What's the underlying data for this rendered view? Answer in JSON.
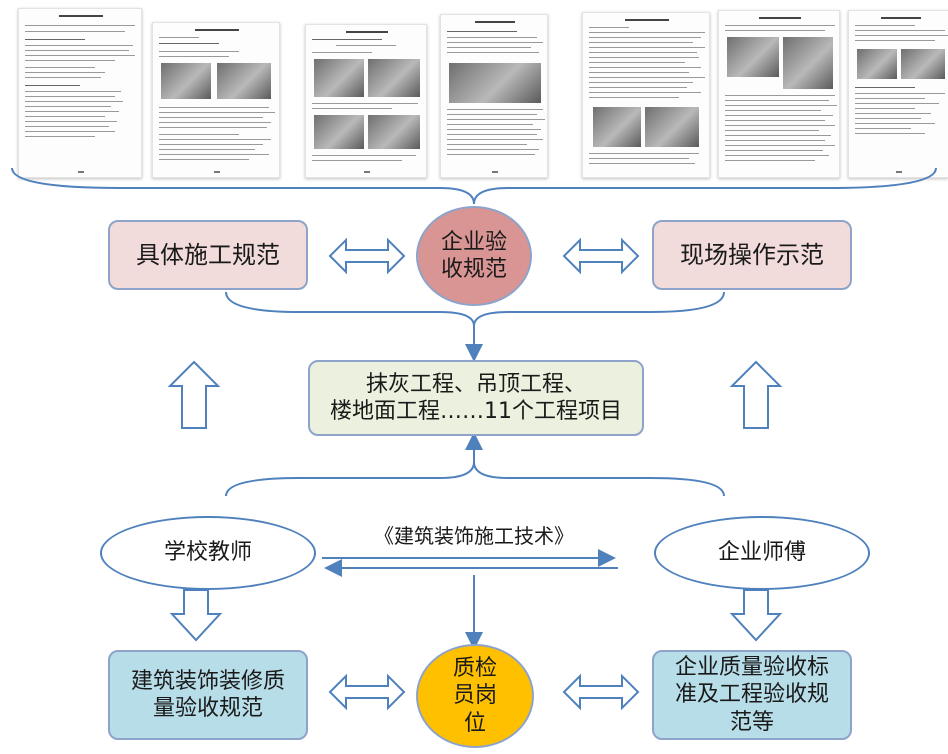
{
  "top": {
    "left_box": "具体施工规范",
    "center_circle": "企业验收规范",
    "right_box": "现场操作示范"
  },
  "middle": {
    "projects_line1": "抹灰工程、吊顶工程、",
    "projects_line2": "楼地面工程……11个工程项目"
  },
  "people": {
    "teacher": "学校教师",
    "master": "企业师傅",
    "book": "《建筑装饰施工技术》"
  },
  "bottom": {
    "left_box": "建筑装饰装修质量验收规范",
    "center_circle": "质检员岗位",
    "right_box": "企业质量验收标准及工程验收规范等"
  },
  "colors": {
    "pink_box": "#f2dcdb",
    "red_circle": "#d99594",
    "green_box": "#ebf1de",
    "blue_box": "#b7dde8",
    "gold_circle": "#ffc000",
    "outline": "#4f81bd"
  }
}
